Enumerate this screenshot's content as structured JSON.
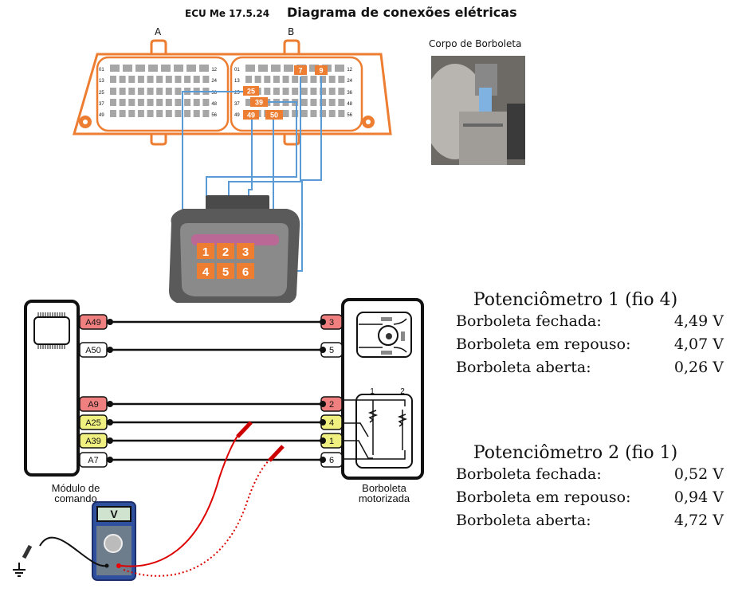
{
  "header": {
    "title": "Diagrama de conexões elétricas",
    "ecu_label": "ECU Me 17.5.24"
  },
  "ecu_connector": {
    "connector_a_label": "A",
    "connector_b_label": "B",
    "row_labels_left": [
      "01",
      "13",
      "25",
      "37",
      "49"
    ],
    "row_labels_right": [
      "12",
      "24",
      "36",
      "48",
      "56"
    ],
    "highlighted_pins_b": [
      "7",
      "9",
      "25",
      "39",
      "49",
      "50"
    ],
    "accent_color": "#ED7D31",
    "wire_color": "#5B9BD5"
  },
  "photo": {
    "label": "Corpo de Borboleta"
  },
  "throttle_connector": {
    "pins": [
      "1",
      "2",
      "3",
      "4",
      "5",
      "6"
    ]
  },
  "schematic": {
    "module_caption_line1": "Módulo de",
    "module_caption_line2": "comando",
    "throttle_caption_line1": "Borboleta",
    "throttle_caption_line2": "motorizada",
    "wires": [
      {
        "ecu_pin": "A49",
        "tb_pin": "3",
        "color": "#F08080"
      },
      {
        "ecu_pin": "A50",
        "tb_pin": "5",
        "color": "#FFFFFF"
      },
      {
        "ecu_pin": "A9",
        "tb_pin": "2",
        "color": "#F08080"
      },
      {
        "ecu_pin": "A25",
        "tb_pin": "4",
        "color": "#F0F080"
      },
      {
        "ecu_pin": "A39",
        "tb_pin": "1",
        "color": "#F0F080"
      },
      {
        "ecu_pin": "A7",
        "tb_pin": "6",
        "color": "#FFFFFF"
      }
    ],
    "pot_labels": [
      "1",
      "2"
    ],
    "multimeter_display": "V"
  },
  "readings": [
    {
      "title": "Potenciômetro 1 (fio 4)",
      "rows": [
        {
          "label": "Borboleta fechada:",
          "value": "4,49 V"
        },
        {
          "label": "Borboleta em repouso:",
          "value": "4,07 V"
        },
        {
          "label": "Borboleta aberta:",
          "value": "0,26 V"
        }
      ]
    },
    {
      "title": "Potenciômetro 2 (fio 1)",
      "rows": [
        {
          "label": "Borboleta fechada:",
          "value": "0,52 V"
        },
        {
          "label": "Borboleta em repouso:",
          "value": "0,94 V"
        },
        {
          "label": "Borboleta aberta:",
          "value": "4,72 V"
        }
      ]
    }
  ]
}
